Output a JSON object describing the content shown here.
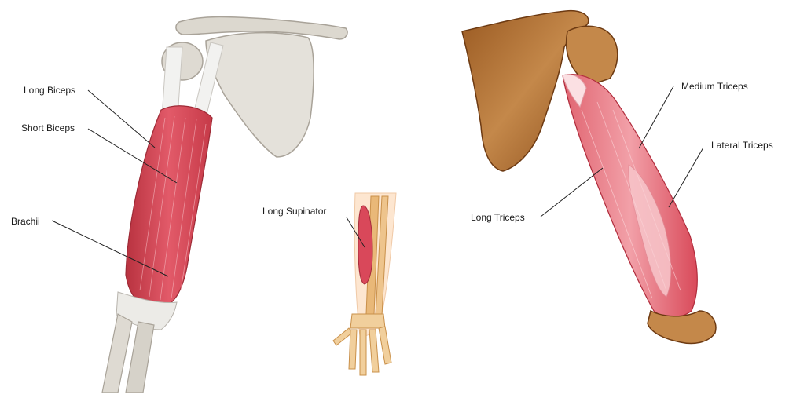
{
  "labels": {
    "long_biceps": "Long Biceps",
    "short_biceps": "Short Biceps",
    "brachii": "Brachii",
    "long_supinator": "Long Supinator",
    "medium_triceps": "Medium Triceps",
    "lateral_triceps": "Lateral Triceps",
    "long_triceps": "Long Triceps"
  },
  "colors": {
    "muscle": "#d9485a",
    "muscle_light": "#ef9aa4",
    "bone": "#dedad2",
    "bone_shadow": "#b9b3a8",
    "tendon": "#f2f2f0",
    "scapula_brown": "#b8773a",
    "forearm_skeleton": "#e9b878",
    "skin": "#fde6d0",
    "pointer": "#222222"
  }
}
